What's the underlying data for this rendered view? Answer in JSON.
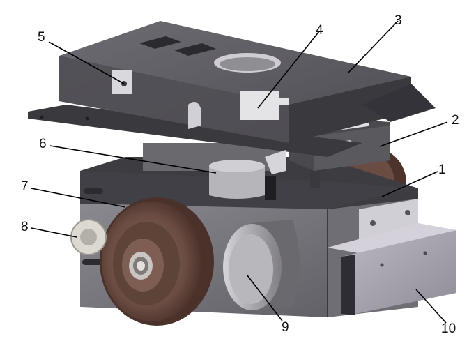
{
  "colors": {
    "plate_top": "#5e5d63",
    "plate_side": "#3f3e44",
    "plate_dark": "#2c2b30",
    "body_top": "#404045",
    "body_front": "#77767c",
    "body_right": "#6d6c72",
    "wheel_outer": "#5b4038",
    "wheel_inner": "#74554b",
    "hub": "#b9b5b2",
    "motor": "#a9a8ad",
    "gear": "#d9d6cf",
    "bracket": "#a6a2ad",
    "leader": "#000000"
  },
  "callouts": [
    {
      "id": "c1",
      "label": "1"
    },
    {
      "id": "c2",
      "label": "2"
    },
    {
      "id": "c3",
      "label": "3"
    },
    {
      "id": "c4",
      "label": "4"
    },
    {
      "id": "c5",
      "label": "5"
    },
    {
      "id": "c6",
      "label": "6"
    },
    {
      "id": "c7",
      "label": "7"
    },
    {
      "id": "c8",
      "label": "8"
    },
    {
      "id": "c9",
      "label": "9"
    },
    {
      "id": "c10",
      "label": "10"
    }
  ]
}
